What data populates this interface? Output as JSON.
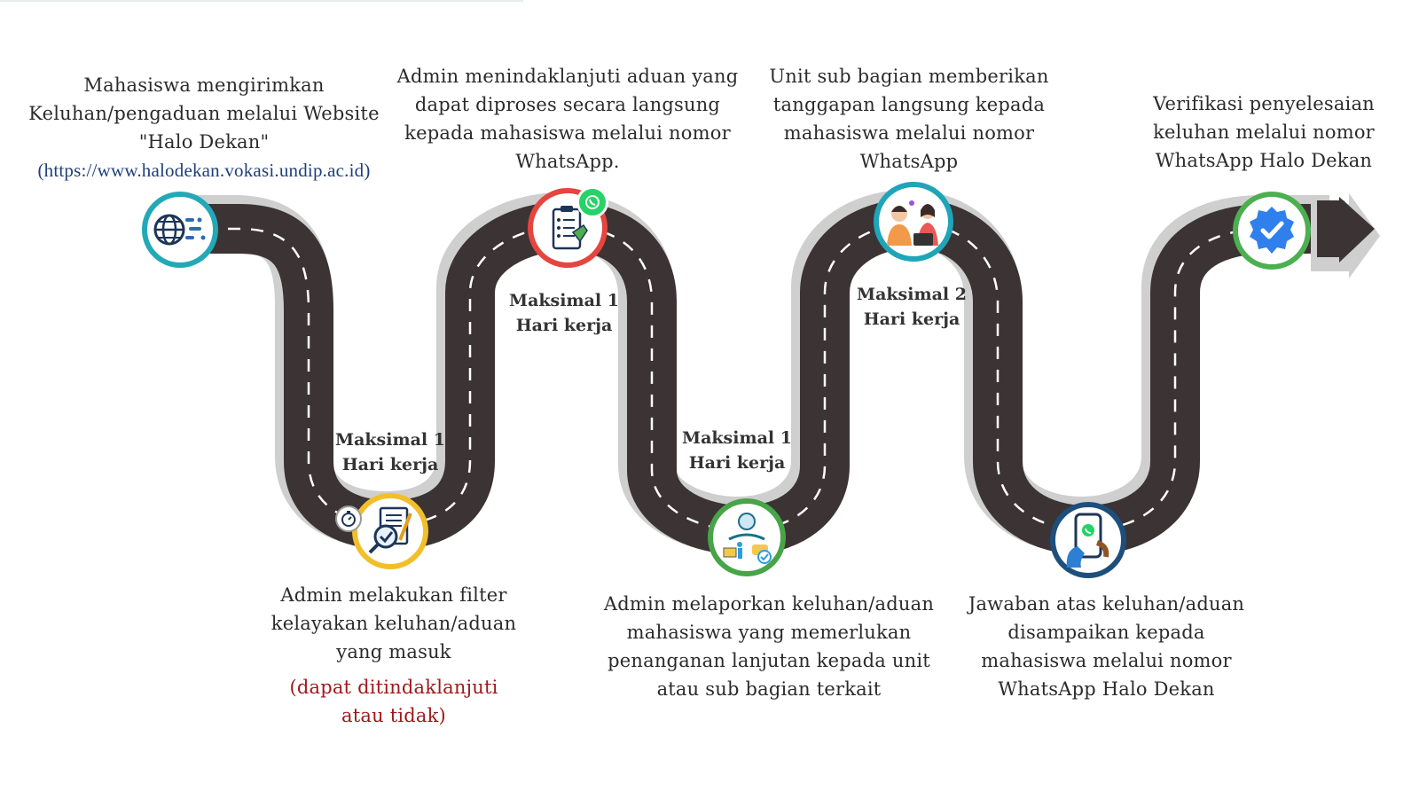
{
  "steps": [
    {
      "text_lines": [
        "Mahasiswa mengirimkan",
        "Keluhan/pengaduan melalui Website",
        "\"Halo Dekan\""
      ],
      "link": "(https://www.halodekan.vokasi.undip.ac.id)",
      "icon": "globe-icon",
      "ring_color": "#22a9b8"
    },
    {
      "text_lines": [
        "Admin melakukan filter",
        "kelayakan keluhan/aduan",
        "yang masuk"
      ],
      "note_lines": [
        "(dapat ditindaklanjuti",
        "atau tidak)"
      ],
      "icon": "document-review-icon",
      "ring_color": "#f2bf2a"
    },
    {
      "text_lines": [
        "Admin menindaklanjuti aduan yang",
        "dapat diproses secara langsung",
        "kepada mahasiswa melalui nomor",
        "WhatsApp."
      ],
      "icon": "checklist-whatsapp-icon",
      "ring_color": "#e4463f"
    },
    {
      "text_lines": [
        "Admin melaporkan keluhan/aduan",
        "mahasiswa yang memerlukan",
        "penanganan lanjutan kepada unit",
        "atau sub bagian terkait"
      ],
      "icon": "support-report-icon",
      "ring_color": "#47a447"
    },
    {
      "text_lines": [
        "Unit sub bagian memberikan",
        "tanggapan langsung kepada",
        "mahasiswa melalui nomor",
        "WhatsApp"
      ],
      "icon": "customer-service-icon",
      "ring_color": "#1ea5b8"
    },
    {
      "text_lines": [
        "Jawaban atas keluhan/aduan",
        "disampaikan kepada",
        "mahasiswa melalui nomor",
        "WhatsApp Halo Dekan"
      ],
      "icon": "phone-whatsapp-icon",
      "ring_color": "#1d4f7d"
    },
    {
      "text_lines": [
        "Verifikasi penyelesaian",
        "keluhan melalui nomor",
        "WhatsApp Halo Dekan"
      ],
      "icon": "verified-badge-icon",
      "ring_color": "#4caf50"
    }
  ],
  "durations": [
    {
      "line1": "Maksimal 1",
      "line2": "Hari kerja"
    },
    {
      "line1": "Maksimal 1",
      "line2": "Hari kerja"
    },
    {
      "line1": "Maksimal 1",
      "line2": "Hari kerja"
    },
    {
      "line1": "Maksimal 2",
      "line2": "Hari kerja"
    }
  ],
  "colors": {
    "road": "#3b3334",
    "road_shadow": "#c9c9c9",
    "lane_marking": "#ffffff",
    "link_blue": "#1f3f7a",
    "note_red": "#a0181b"
  }
}
